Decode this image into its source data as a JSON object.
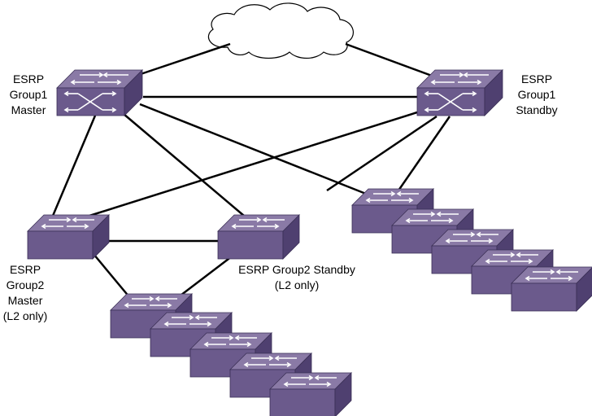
{
  "colors": {
    "switch_top": "#8a7aa6",
    "switch_front": "#6b5a8c",
    "switch_side": "#4f4070",
    "line": "#000000",
    "arrow": "#ffffff",
    "cloud_fill": "#ffffff",
    "cloud_stroke": "#000000"
  },
  "icons": {
    "cloud": "network-cloud-icon",
    "core_switch": "router-switch-icon",
    "access_switch": "ethernet-switch-icon"
  },
  "labels": {
    "group1_master": [
      "ESRP",
      "Group1",
      "Master"
    ],
    "group1_standby": [
      "ESRP",
      "Group1",
      "Standby"
    ],
    "group2_master": [
      "ESRP",
      "Group2",
      "Master",
      "(L2 only)"
    ],
    "group2_standby": [
      "ESRP Group2 Standby",
      "(L2 only)"
    ]
  }
}
